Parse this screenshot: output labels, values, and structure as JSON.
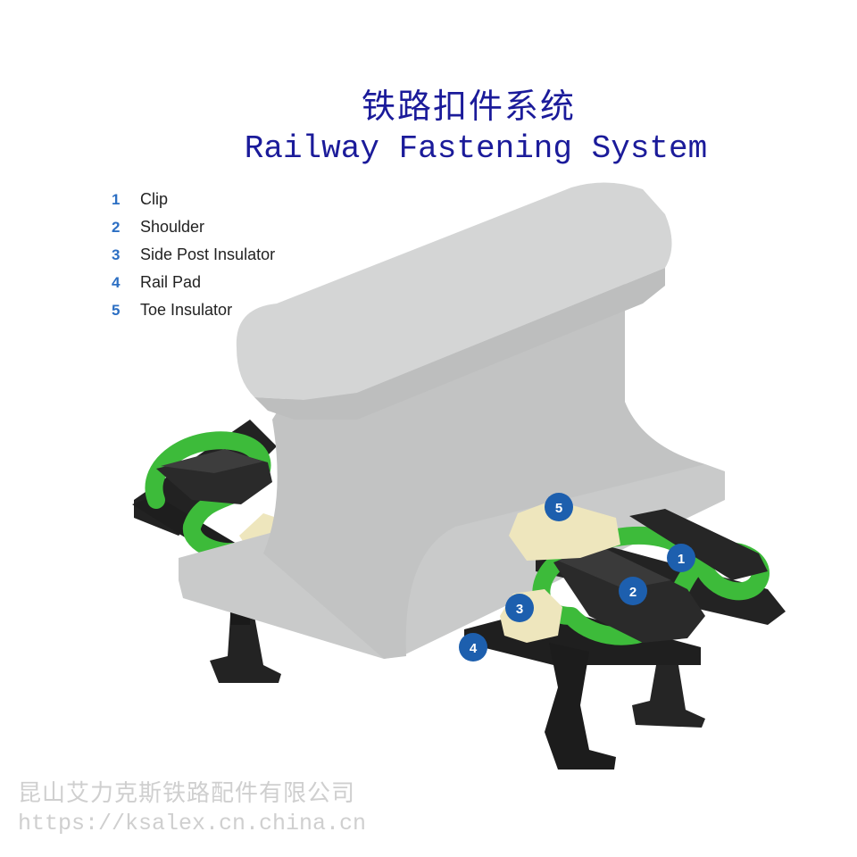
{
  "title": {
    "zh": "铁路扣件系统",
    "en": "Railway Fastening System"
  },
  "legend": [
    {
      "num": "1",
      "label": "Clip"
    },
    {
      "num": "2",
      "label": "Shoulder"
    },
    {
      "num": "3",
      "label": "Side Post Insulator"
    },
    {
      "num": "4",
      "label": "Rail Pad"
    },
    {
      "num": "5",
      "label": "Toe Insulator"
    }
  ],
  "callouts": [
    "1",
    "2",
    "3",
    "4",
    "5"
  ],
  "watermark": {
    "company": "昆山艾力克斯铁路配件有限公司",
    "url": "https://ksalex.cn.china.cn"
  },
  "colors": {
    "title": "#1b1b9a",
    "legend_number": "#2c6fc3",
    "rail": "#c9caca",
    "clip": "#3dbb3a",
    "shoulder": "#222222",
    "insulator": "#eee6bd",
    "callout": "#1d5fae",
    "watermark": "#cfcfcf"
  }
}
